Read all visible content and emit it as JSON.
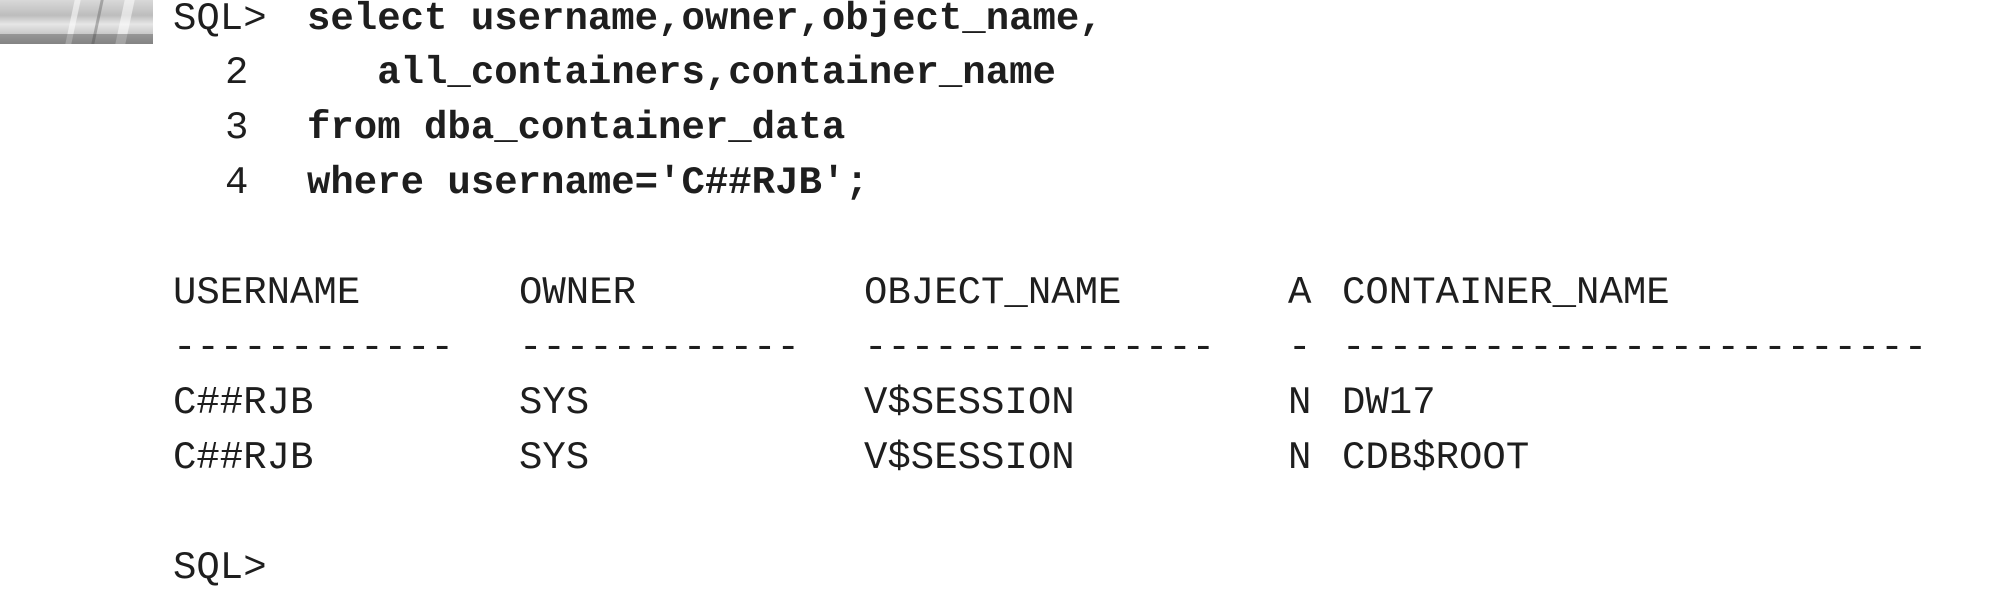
{
  "query": {
    "prompt": "SQL>",
    "lines": [
      {
        "num": "",
        "text": "select username,owner,object_name,"
      },
      {
        "num": "2",
        "text": "   all_containers,container_name"
      },
      {
        "num": "3",
        "text": "from dba_container_data"
      },
      {
        "num": "4",
        "text": "where username='C##RJB';"
      }
    ]
  },
  "result": {
    "columns": [
      "USERNAME",
      "OWNER",
      "OBJECT_NAME",
      "A",
      "CONTAINER_NAME"
    ],
    "separators": [
      "------------",
      "------------",
      "---------------",
      "-",
      "-------------------------"
    ],
    "rows": [
      [
        "C##RJB",
        "SYS",
        "V$SESSION",
        "N",
        "DW17"
      ],
      [
        "C##RJB",
        "SYS",
        "V$SESSION",
        "N",
        "CDB$ROOT"
      ]
    ]
  },
  "footer_prompt": "SQL>"
}
